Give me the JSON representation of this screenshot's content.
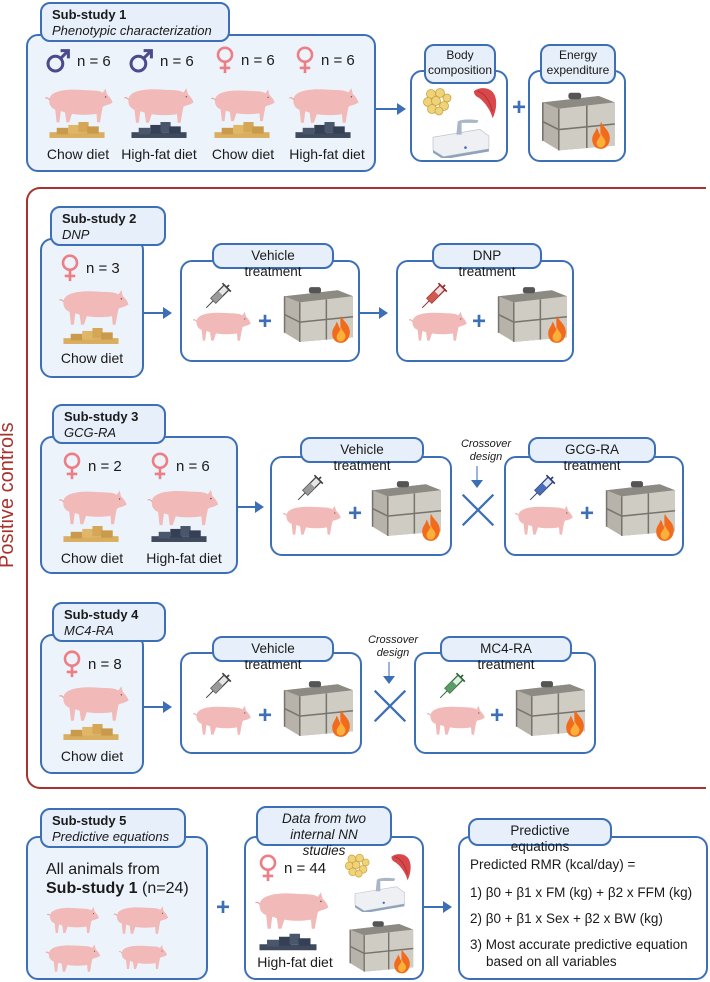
{
  "colors": {
    "box_border": "#3d6fb6",
    "box_fill": "#edf3fb",
    "positive_controls": "#a8322d",
    "male_symbol": "#4b4a8c",
    "female_symbol": "#ec7f86",
    "pig": "#f1b9b7",
    "chow": "#d9ae5f",
    "high_fat": "#3f4a5e",
    "flame": "#f26a1b"
  },
  "substudy1": {
    "title": "Sub-study 1",
    "subtitle": "Phenotypic characterization",
    "groups": [
      {
        "sex": "male",
        "n": "n = 6",
        "diet": "Chow diet"
      },
      {
        "sex": "male",
        "n": "n = 6",
        "diet": "High-fat diet"
      },
      {
        "sex": "female",
        "n": "n = 6",
        "diet": "Chow diet"
      },
      {
        "sex": "female",
        "n": "n = 6",
        "diet": "High-fat diet"
      }
    ],
    "outcomes": [
      "Body composition",
      "Energy expenditure"
    ],
    "plus": "+"
  },
  "positive_controls_label": "Positive controls",
  "substudy2": {
    "title": "Sub-study 2",
    "subtitle": "DNP",
    "n": "n = 3",
    "diet": "Chow diet",
    "treatments": [
      "Vehicle treatment",
      "DNP treatment"
    ]
  },
  "substudy3": {
    "title": "Sub-study 3",
    "subtitle": "GCG-RA",
    "groups": [
      {
        "sex": "female",
        "n": "n = 2",
        "diet": "Chow diet"
      },
      {
        "sex": "female",
        "n": "n = 6",
        "diet": "High-fat diet"
      }
    ],
    "treatments": [
      "Vehicle treatment",
      "GCG-RA treatment"
    ],
    "crossover": [
      "Crossover",
      "design"
    ]
  },
  "substudy4": {
    "title": "Sub-study 4",
    "subtitle": "MC4-RA",
    "n": "n = 8",
    "diet": "Chow diet",
    "treatments": [
      "Vehicle treatment",
      "MC4-RA treatment"
    ],
    "crossover": [
      "Crossover",
      "design"
    ]
  },
  "substudy5": {
    "title": "Sub-study 5",
    "subtitle": "Predictive equations",
    "line1": "All animals from",
    "line2_bold": "Sub-study 1",
    "line2_rest": " (n=24)",
    "internal_title": [
      "Data from two",
      "internal NN studies"
    ],
    "internal_n": "n = 44",
    "internal_diet": "High-fat diet",
    "equations_title": "Predictive equations",
    "equations": [
      "Predicted RMR (kcal/day) =",
      "1) β0 + β1 x FM (kg) + β2 x FFM (kg)",
      "2) β0 + β1 x Sex + β2 x BW (kg)",
      "3) Most accurate predictive equation",
      "based on all variables"
    ]
  }
}
